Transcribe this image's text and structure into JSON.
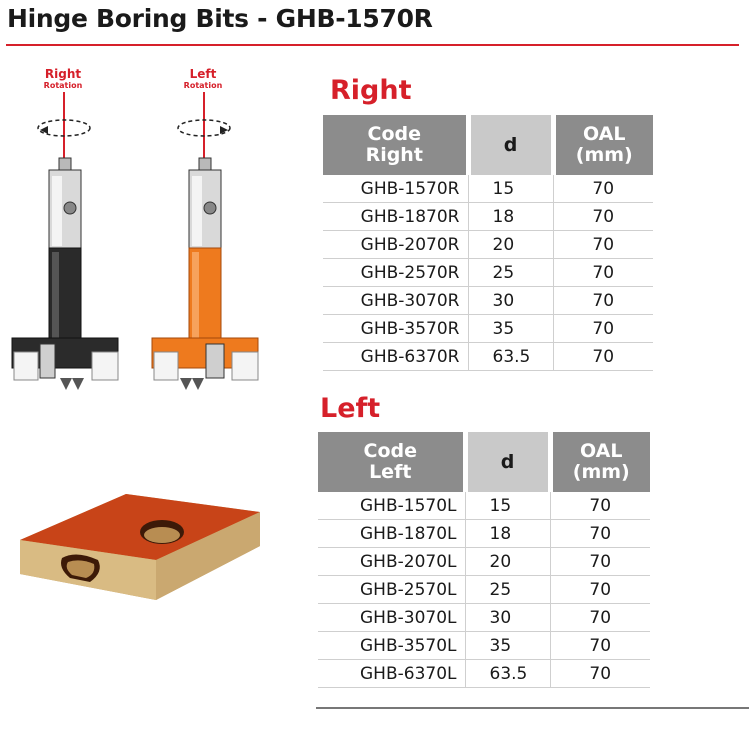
{
  "title": "Hinge Boring Bits - GHB-1570R",
  "right_label": {
    "line1": "Right",
    "line2": "Rotation"
  },
  "left_label": {
    "line1": "Left",
    "line2": "Rotation"
  },
  "right_table": {
    "heading": "Right",
    "headers": {
      "code_line1": "Code",
      "code_line2": "Right",
      "d": "d",
      "oal_line1": "OAL",
      "oal_line2": "(mm)"
    },
    "rows": [
      {
        "code": "GHB-1570R",
        "d": "15",
        "oal": "70"
      },
      {
        "code": "GHB-1870R",
        "d": "18",
        "oal": "70"
      },
      {
        "code": "GHB-2070R",
        "d": "20",
        "oal": "70"
      },
      {
        "code": "GHB-2570R",
        "d": "25",
        "oal": "70"
      },
      {
        "code": "GHB-3070R",
        "d": "30",
        "oal": "70"
      },
      {
        "code": "GHB-3570R",
        "d": "35",
        "oal": "70"
      },
      {
        "code": "GHB-6370R",
        "d": "63.5",
        "oal": "70"
      }
    ]
  },
  "left_table": {
    "heading": "Left",
    "headers": {
      "code_line1": "Code",
      "code_line2": "Left",
      "d": "d",
      "oal_line1": "OAL",
      "oal_line2": "(mm)"
    },
    "rows": [
      {
        "code": "GHB-1570L",
        "d": "15",
        "oal": "70"
      },
      {
        "code": "GHB-1870L",
        "d": "18",
        "oal": "70"
      },
      {
        "code": "GHB-2070L",
        "d": "20",
        "oal": "70"
      },
      {
        "code": "GHB-2570L",
        "d": "25",
        "oal": "70"
      },
      {
        "code": "GHB-3070L",
        "d": "30",
        "oal": "70"
      },
      {
        "code": "GHB-3570L",
        "d": "35",
        "oal": "70"
      },
      {
        "code": "GHB-6370L",
        "d": "63.5",
        "oal": "70"
      }
    ]
  },
  "colors": {
    "accent": "#d6202a",
    "header_dark": "#8c8c8c",
    "header_light": "#c9c9c9",
    "orange": "#ee7a1e"
  }
}
